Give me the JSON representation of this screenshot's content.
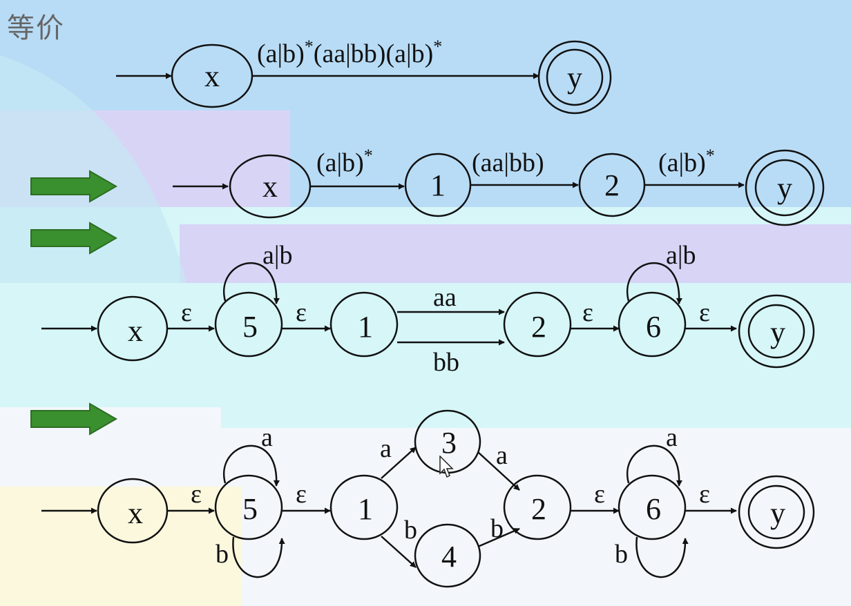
{
  "title": "等价",
  "colors": {
    "band_top": "#b8dcf6",
    "band_purple": "#d8d4f6",
    "band_cyan": "#d6f6f8",
    "band_white": "#f3f7fb",
    "band_yellow": "#fbf8dd",
    "arrow_green": "#3a8f2e",
    "stroke": "#111111"
  },
  "rows": [
    {
      "id": "r1",
      "nodes": [
        {
          "id": "x",
          "label": "x",
          "accepting": false
        },
        {
          "id": "y",
          "label": "y",
          "accepting": true
        }
      ],
      "edges": [
        {
          "from": "x",
          "to": "y",
          "label": "(a|b)*(aa|bb)(a|b)*"
        }
      ]
    },
    {
      "id": "r2",
      "nodes": [
        {
          "id": "x",
          "label": "x",
          "accepting": false
        },
        {
          "id": "1",
          "label": "1",
          "accepting": false
        },
        {
          "id": "2",
          "label": "2",
          "accepting": false
        },
        {
          "id": "y",
          "label": "y",
          "accepting": true
        }
      ],
      "edges": [
        {
          "from": "x",
          "to": "1",
          "label": "(a|b)*"
        },
        {
          "from": "1",
          "to": "2",
          "label": "(aa|bb)"
        },
        {
          "from": "2",
          "to": "y",
          "label": "(a|b)*"
        }
      ]
    },
    {
      "id": "r3",
      "nodes": [
        {
          "id": "x",
          "label": "x",
          "accepting": false
        },
        {
          "id": "5",
          "label": "5",
          "accepting": false
        },
        {
          "id": "1",
          "label": "1",
          "accepting": false
        },
        {
          "id": "2",
          "label": "2",
          "accepting": false
        },
        {
          "id": "6",
          "label": "6",
          "accepting": false
        },
        {
          "id": "y",
          "label": "y",
          "accepting": true
        }
      ],
      "edges": [
        {
          "from": "x",
          "to": "5",
          "label": "ε"
        },
        {
          "from": "5",
          "to": "5",
          "label": "a|b"
        },
        {
          "from": "5",
          "to": "1",
          "label": "ε"
        },
        {
          "from": "1",
          "to": "2",
          "label": "aa"
        },
        {
          "from": "1",
          "to": "2",
          "label": "bb"
        },
        {
          "from": "2",
          "to": "6",
          "label": "ε"
        },
        {
          "from": "6",
          "to": "6",
          "label": "a|b"
        },
        {
          "from": "6",
          "to": "y",
          "label": "ε"
        }
      ]
    },
    {
      "id": "r4",
      "nodes": [
        {
          "id": "x",
          "label": "x",
          "accepting": false
        },
        {
          "id": "5",
          "label": "5",
          "accepting": false
        },
        {
          "id": "1",
          "label": "1",
          "accepting": false
        },
        {
          "id": "3",
          "label": "3",
          "accepting": false
        },
        {
          "id": "4",
          "label": "4",
          "accepting": false
        },
        {
          "id": "2",
          "label": "2",
          "accepting": false
        },
        {
          "id": "6",
          "label": "6",
          "accepting": false
        },
        {
          "id": "y",
          "label": "y",
          "accepting": true
        }
      ],
      "edges": [
        {
          "from": "x",
          "to": "5",
          "label": "ε"
        },
        {
          "from": "5",
          "to": "5",
          "label": "a"
        },
        {
          "from": "5",
          "to": "5",
          "label": "b"
        },
        {
          "from": "5",
          "to": "1",
          "label": "ε"
        },
        {
          "from": "1",
          "to": "3",
          "label": "a"
        },
        {
          "from": "1",
          "to": "4",
          "label": "b"
        },
        {
          "from": "3",
          "to": "2",
          "label": "a"
        },
        {
          "from": "4",
          "to": "2",
          "label": "b"
        },
        {
          "from": "2",
          "to": "6",
          "label": "ε"
        },
        {
          "from": "6",
          "to": "6",
          "label": "a"
        },
        {
          "from": "6",
          "to": "6",
          "label": "b"
        },
        {
          "from": "6",
          "to": "y",
          "label": "ε"
        }
      ]
    }
  ]
}
